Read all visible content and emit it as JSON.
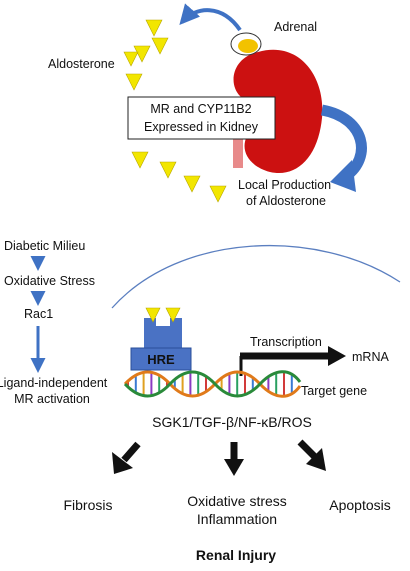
{
  "top": {
    "aldosterone": "Aldosterone",
    "adrenal": "Adrenal",
    "mr_box_line1": "MR and CYP11B2",
    "mr_box_line2": "Expressed in Kidney",
    "local_line1": "Local Production",
    "local_line2": "of Aldosterone"
  },
  "pathway": {
    "steps": [
      "Diabetic Milieu",
      "Oxidative Stress",
      "Rac1"
    ],
    "activation_line1": "Ligand-independent",
    "activation_line2": "MR activation"
  },
  "cell": {
    "hre": "HRE",
    "transcription": "Transcription",
    "mrna": "mRNA",
    "target_gene": "Target gene",
    "mediators": "SGK1/TGF-β/NF-κB/ROS"
  },
  "outcomes": {
    "fibrosis": "Fibrosis",
    "ox_line1": "Oxidative stress",
    "ox_line2": "Inflammation",
    "apoptosis": "Apoptosis",
    "final": "Renal Injury"
  },
  "colors": {
    "kidney": "#cc1111",
    "adrenal": "#f2c200",
    "aldosterone": "#f2e600",
    "arrow_blue": "#3f72c4",
    "hre": "#4a72c4",
    "ureter": "#e88a8a"
  }
}
